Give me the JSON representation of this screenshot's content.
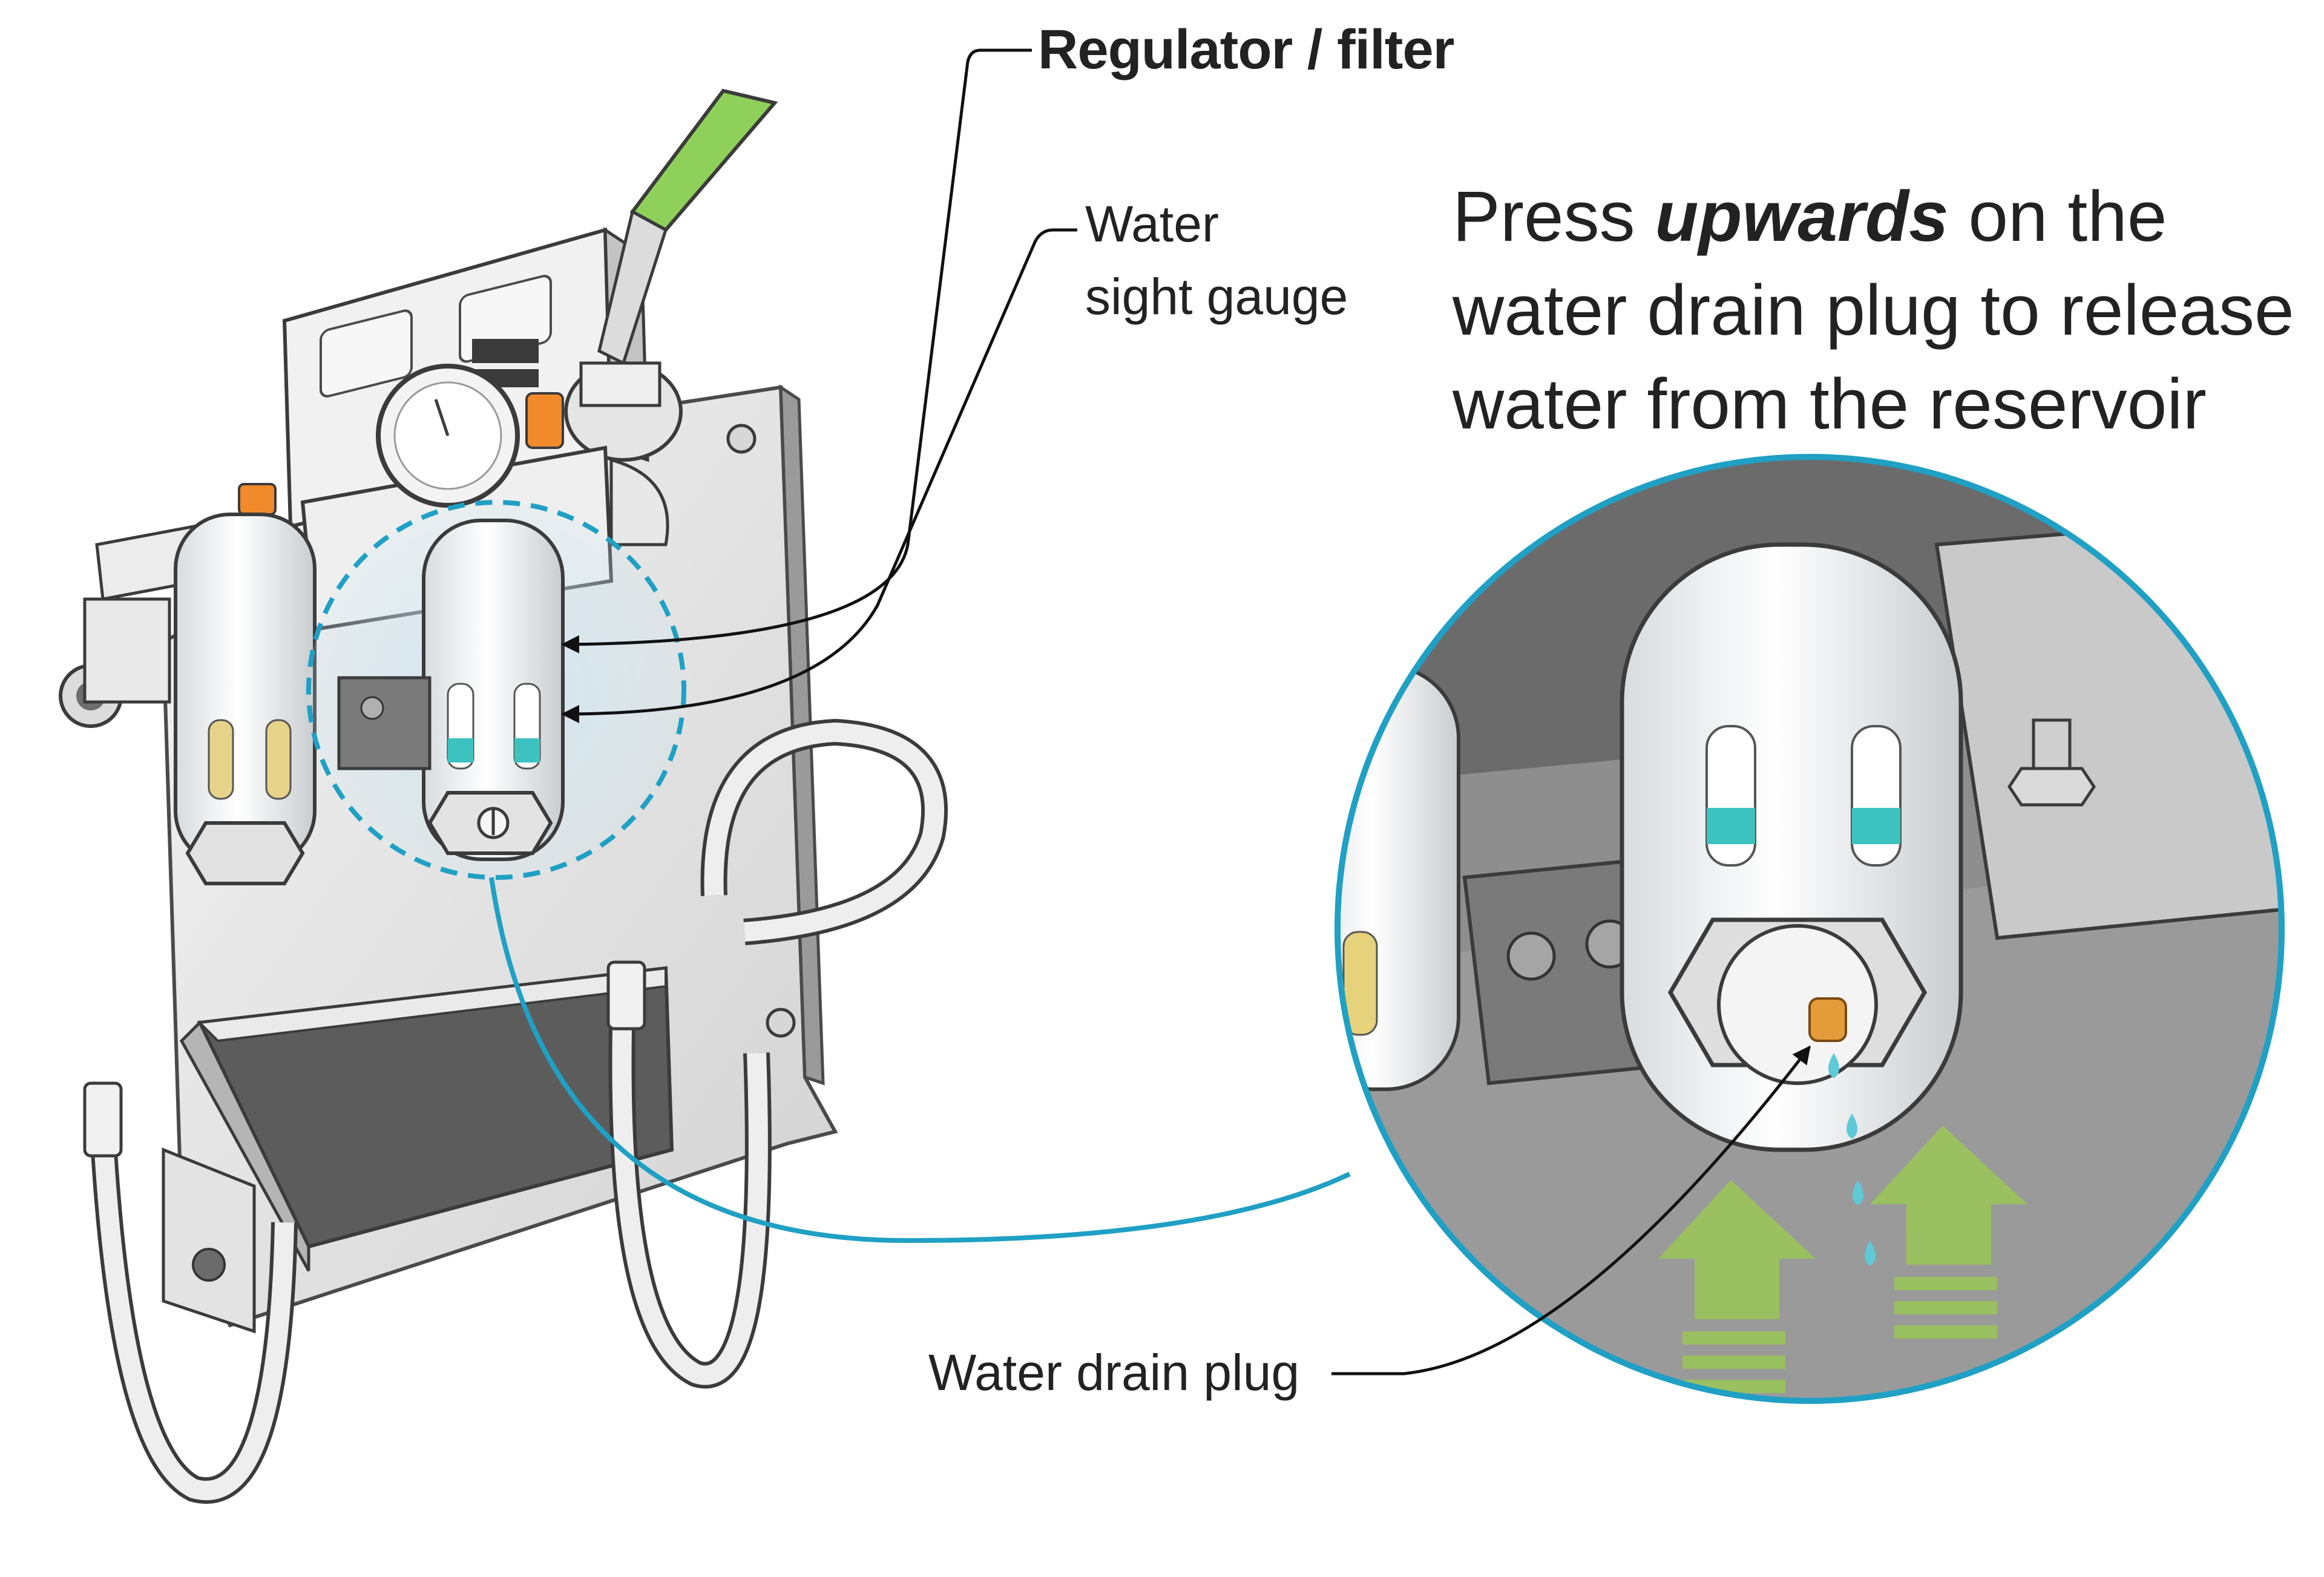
{
  "labels": {
    "regulator_filter": "Regulator / filter",
    "water_sight_gauge_line1": "Water",
    "water_sight_gauge_line2": "sight gauge",
    "water_drain_plug": "Water drain plug"
  },
  "instruction": {
    "line1_before": "Press ",
    "line1_emphasis": "upwards",
    "line1_after": " on the",
    "line2": "water drain plug to release",
    "line3": "water from the reservoir"
  },
  "colors": {
    "callout_ring": "#1fa0c4",
    "handle_green": "#8fd05a",
    "orange_fitting": "#f08a2a",
    "water_teal": "#3cc3c0",
    "arrow_green": "#9ac45a",
    "metal_light": "#e9e9e9",
    "metal_dark": "#6e6e6e"
  },
  "icons": [
    "upward-arrow-icon",
    "water-drop-icon"
  ]
}
